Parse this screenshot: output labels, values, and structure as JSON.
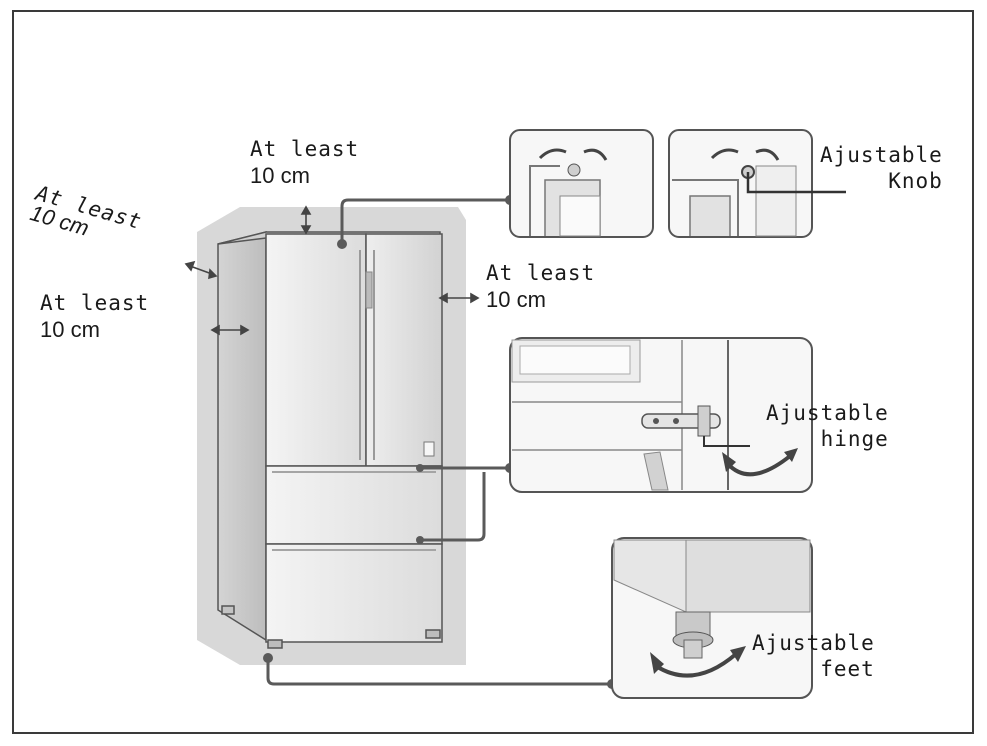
{
  "clearance": {
    "top": {
      "line1": "At least",
      "line2": "10 cm"
    },
    "top_left_slanted": {
      "line1": "At least",
      "line2": "10 cm"
    },
    "left": {
      "line1": "At least",
      "line2": "10 cm"
    },
    "right": {
      "line1": "At least",
      "line2": "10 cm"
    }
  },
  "callouts": {
    "knob": {
      "line1": "Ajustable",
      "line2": "Knob"
    },
    "hinge": {
      "line1": "Ajustable",
      "line2": "hinge"
    },
    "feet": {
      "line1": "Ajustable",
      "line2": "feet"
    }
  },
  "colors": {
    "outline": "#4a4a4a",
    "fridge_body": "#e9e9e9",
    "shadow_zone": "#d6d6d6",
    "leader": "#555555"
  }
}
